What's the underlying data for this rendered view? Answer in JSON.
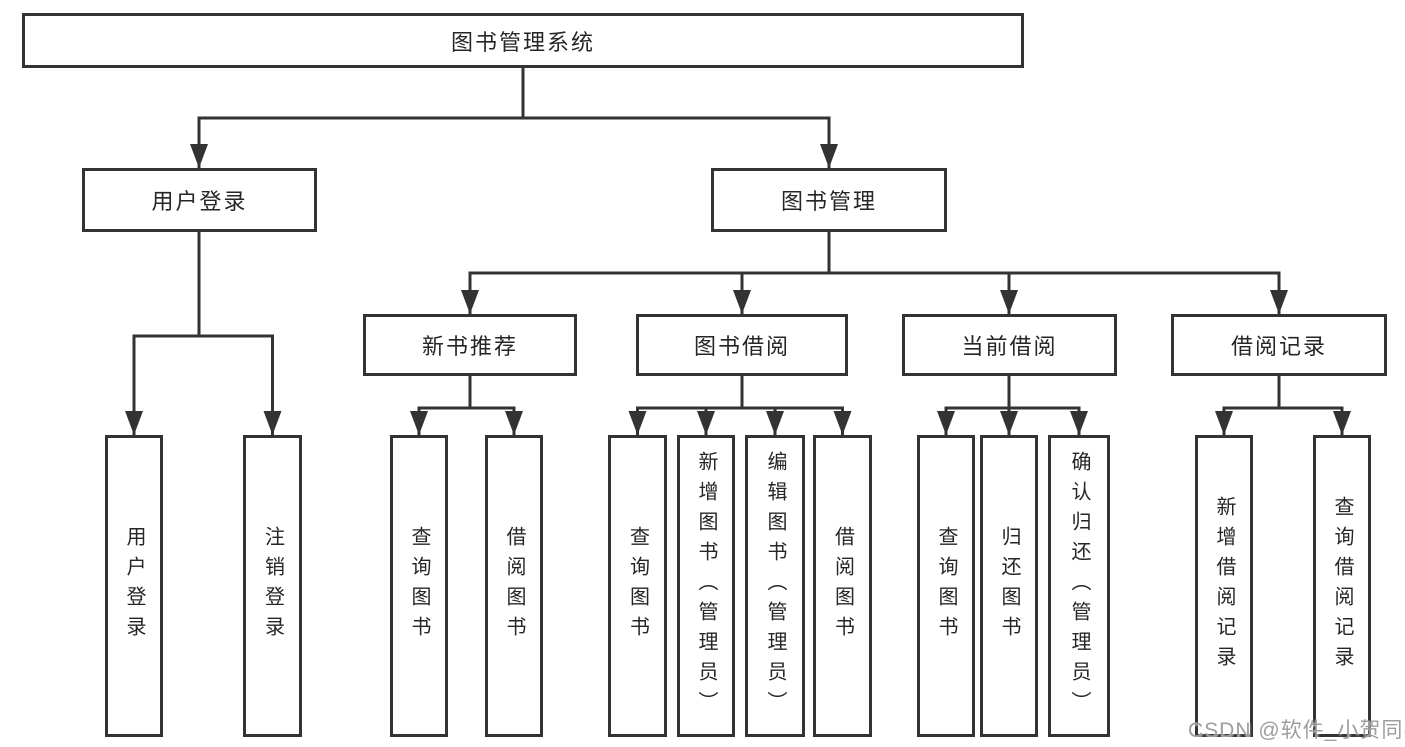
{
  "diagram": {
    "root": {
      "label": "图书管理系统"
    },
    "branches": [
      {
        "label": "用户登录",
        "children": [
          {
            "label": "用户登录"
          },
          {
            "label": "注销登录"
          }
        ]
      },
      {
        "label": "图书管理",
        "children": [
          {
            "label": "新书推荐",
            "children": [
              {
                "label": "查询图书"
              },
              {
                "label": "借阅图书"
              }
            ]
          },
          {
            "label": "图书借阅",
            "children": [
              {
                "label": "查询图书"
              },
              {
                "label": "新增图书（管理员）"
              },
              {
                "label": "编辑图书（管理员）"
              },
              {
                "label": "借阅图书"
              }
            ]
          },
          {
            "label": "当前借阅",
            "children": [
              {
                "label": "查询图书"
              },
              {
                "label": "归还图书"
              },
              {
                "label": "确认归还（管理员）"
              }
            ]
          },
          {
            "label": "借阅记录",
            "children": [
              {
                "label": "新增借阅记录"
              },
              {
                "label": "查询借阅记录"
              }
            ]
          }
        ]
      }
    ]
  },
  "watermark": {
    "text": "CSDN @软件_小贺同学"
  },
  "colors": {
    "line": "#333333",
    "box_border": "#333333",
    "text": "#262626",
    "watermark": "#9e9e9e",
    "background": "#ffffff"
  }
}
